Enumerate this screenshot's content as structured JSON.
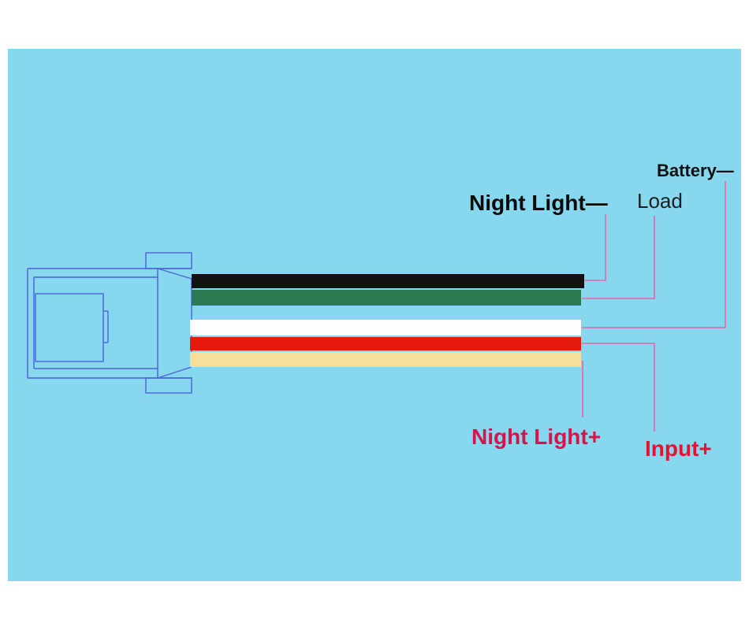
{
  "scene": {
    "background": "#87d8ef"
  },
  "connector": {
    "stroke": "#4a63d8"
  },
  "leaders": {
    "color": "#e564ab"
  },
  "wires": [
    {
      "name": "black-wire",
      "color": "#121212"
    },
    {
      "name": "green-wire",
      "color": "#2b7a51"
    },
    {
      "name": "white-wire",
      "color": "#ffffff"
    },
    {
      "name": "red-wire",
      "color": "#e6190e"
    },
    {
      "name": "cream-wire",
      "color": "#f5df9d"
    }
  ],
  "labels": {
    "battery_neg": {
      "text": "Battery—",
      "color": "#101010"
    },
    "load": {
      "text": "Load",
      "color": "#1e1e1e"
    },
    "night_light_neg": {
      "text": "Night Light—",
      "color": "#0a0a0a"
    },
    "night_light_pos": {
      "text": "Night Light+",
      "color": "#d6134b"
    },
    "input_pos": {
      "text": "Input+",
      "color": "#e21431"
    }
  }
}
